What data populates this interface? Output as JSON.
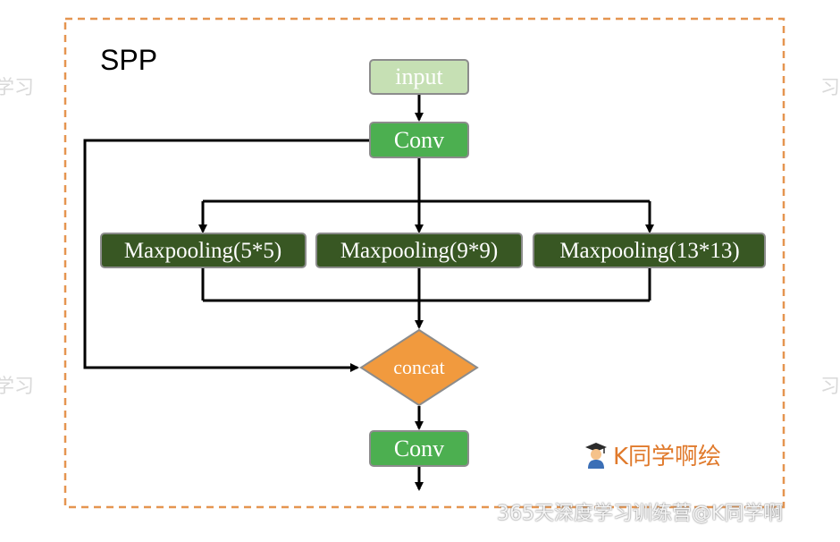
{
  "diagram": {
    "title": "SPP",
    "nodes": {
      "input": "input",
      "conv_top": "Conv",
      "maxpool_5": "Maxpooling(5*5)",
      "maxpool_9": "Maxpooling(9*9)",
      "maxpool_13": "Maxpooling(13*13)",
      "concat": "concat",
      "conv_bottom": "Conv"
    }
  },
  "credit": {
    "text": "K同学啊绘",
    "icon": "graduate-student-icon"
  },
  "watermark": {
    "footer": "365天深度学习训练营@K同学啊",
    "edge_glyph_left": "学习",
    "edge_glyph_right": "习"
  },
  "colors": {
    "frame_border": "#e59550",
    "input_fill": "#c6e0b4",
    "conv_fill": "#4caf50",
    "maxpool_fill": "#385723",
    "concat_fill": "#f19a3e",
    "node_border": "#8c8c8c",
    "arrow": "#000000"
  }
}
